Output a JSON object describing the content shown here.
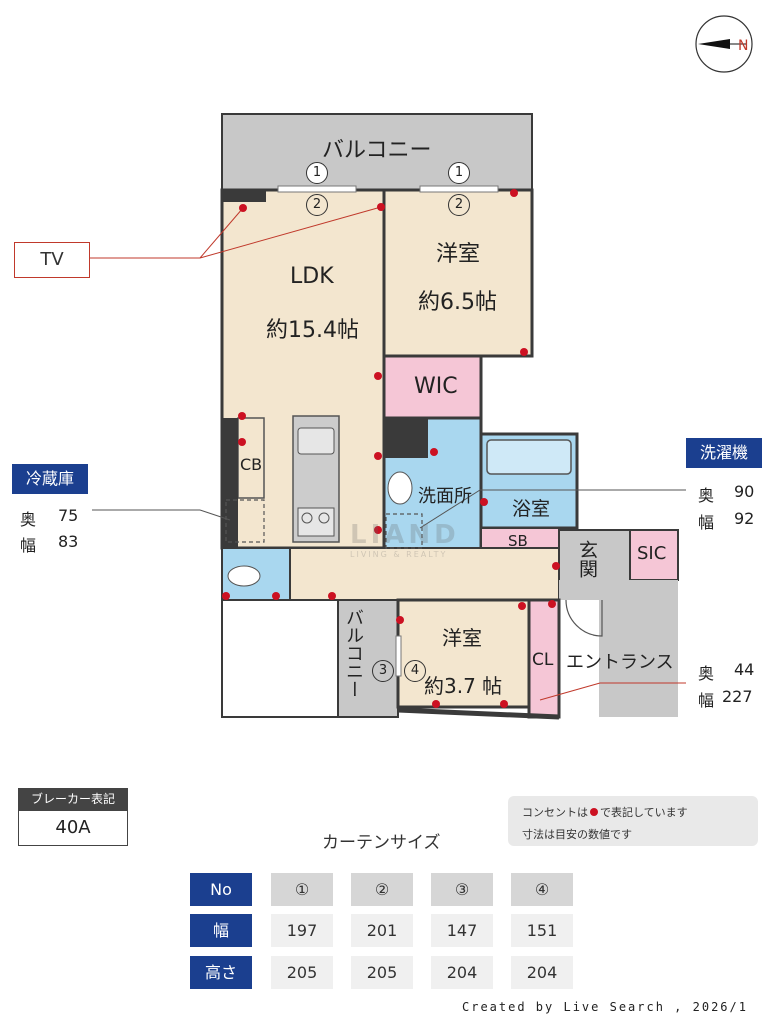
{
  "compass": {
    "letter": "N"
  },
  "rooms": {
    "balcony_top": "バルコニー",
    "ldk_name": "LDK",
    "ldk_size": "約15.4帖",
    "western1_name": "洋室",
    "western1_size": "約6.5帖",
    "wic": "WIC",
    "cb": "CB",
    "washroom": "洗面所",
    "bath": "浴室",
    "sb": "SB",
    "genkan": "玄関",
    "sic": "SIC",
    "balcony_small": "バルコニー",
    "western2_name": "洋室",
    "western2_size": "約3.7 帖",
    "cl": "CL",
    "entrance": "エントランス"
  },
  "window_marks": {
    "m1": "1",
    "m2": "2",
    "m3": "3",
    "m4": "4"
  },
  "tv": {
    "label": "TV"
  },
  "fridge": {
    "title": "冷蔵庫",
    "depth_label": "奥",
    "depth_value": "75",
    "width_label": "幅",
    "width_value": "83"
  },
  "washer": {
    "title": "洗濯機",
    "depth_label": "奥",
    "depth_value": "90",
    "width_label": "幅",
    "width_value": "92"
  },
  "entrance_dims": {
    "depth_label": "奥",
    "depth_value": "44",
    "width_label": "幅",
    "width_value": "227"
  },
  "breaker": {
    "title": "ブレーカー表記",
    "value": "40A"
  },
  "notes": {
    "line1": "コンセントは",
    "line1b": "で表記しています",
    "line2": "寸法は目安の数値です"
  },
  "curtain": {
    "title": "カーテンサイズ",
    "row_headers": [
      "No",
      "幅",
      "高さ"
    ],
    "columns": [
      {
        "no": "①",
        "width": "197",
        "height": "205"
      },
      {
        "no": "②",
        "width": "201",
        "height": "205"
      },
      {
        "no": "③",
        "width": "147",
        "height": "204"
      },
      {
        "no": "④",
        "width": "151",
        "height": "204"
      }
    ]
  },
  "watermark": {
    "name": "LIAND",
    "sub": "LIVING & REALTY"
  },
  "footer": {
    "credit": "Created by Live Search , 2026/1"
  },
  "colors": {
    "beige": "#f3e6cf",
    "blue": "#a9d7ef",
    "pink": "#f5c6d6",
    "gray": "#c8c8c8",
    "wall": "#3a3a3a",
    "outlet": "#cc1122",
    "navy": "#1b3f8f",
    "tv_red": "#c0392b"
  }
}
